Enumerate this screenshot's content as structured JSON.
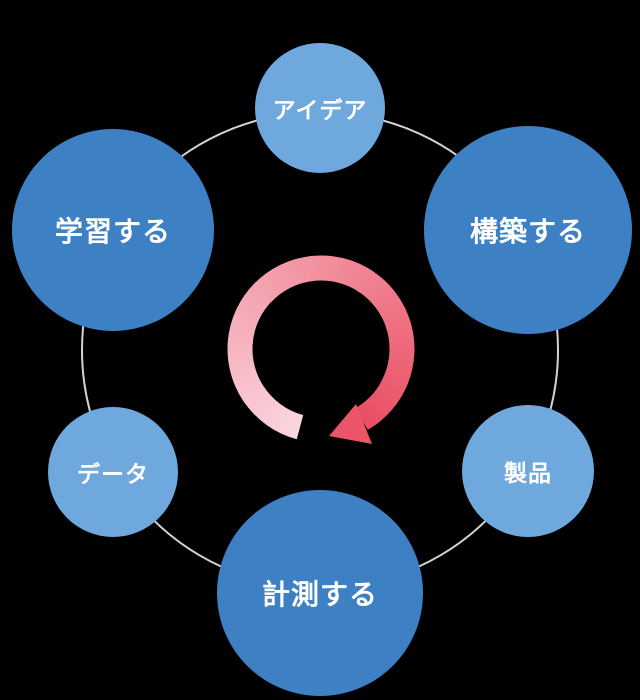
{
  "diagram": {
    "nodes": [
      {
        "id": "idea",
        "label": "アイデア",
        "size": "small",
        "position": "top"
      },
      {
        "id": "build",
        "label": "構築する",
        "size": "large",
        "position": "upper-right"
      },
      {
        "id": "product",
        "label": "製品",
        "size": "small",
        "position": "lower-right"
      },
      {
        "id": "measure",
        "label": "計測する",
        "size": "large",
        "position": "bottom"
      },
      {
        "id": "data",
        "label": "データ",
        "size": "small",
        "position": "lower-left"
      },
      {
        "id": "learn",
        "label": "学習する",
        "size": "large",
        "position": "upper-left"
      }
    ],
    "cycle_arrow": {
      "direction": "clockwise",
      "description": "circular-arrow"
    },
    "colors": {
      "large_node": "#3D80C4",
      "small_node": "#6FA8DC",
      "node_text": "#FFFFFF",
      "connector_ring": "#D2D2D2",
      "arrow_gradient_start": "#FAD6DF",
      "arrow_gradient_end": "#EA4F63",
      "arrowhead": "#EC5467",
      "background": "#000000"
    }
  }
}
